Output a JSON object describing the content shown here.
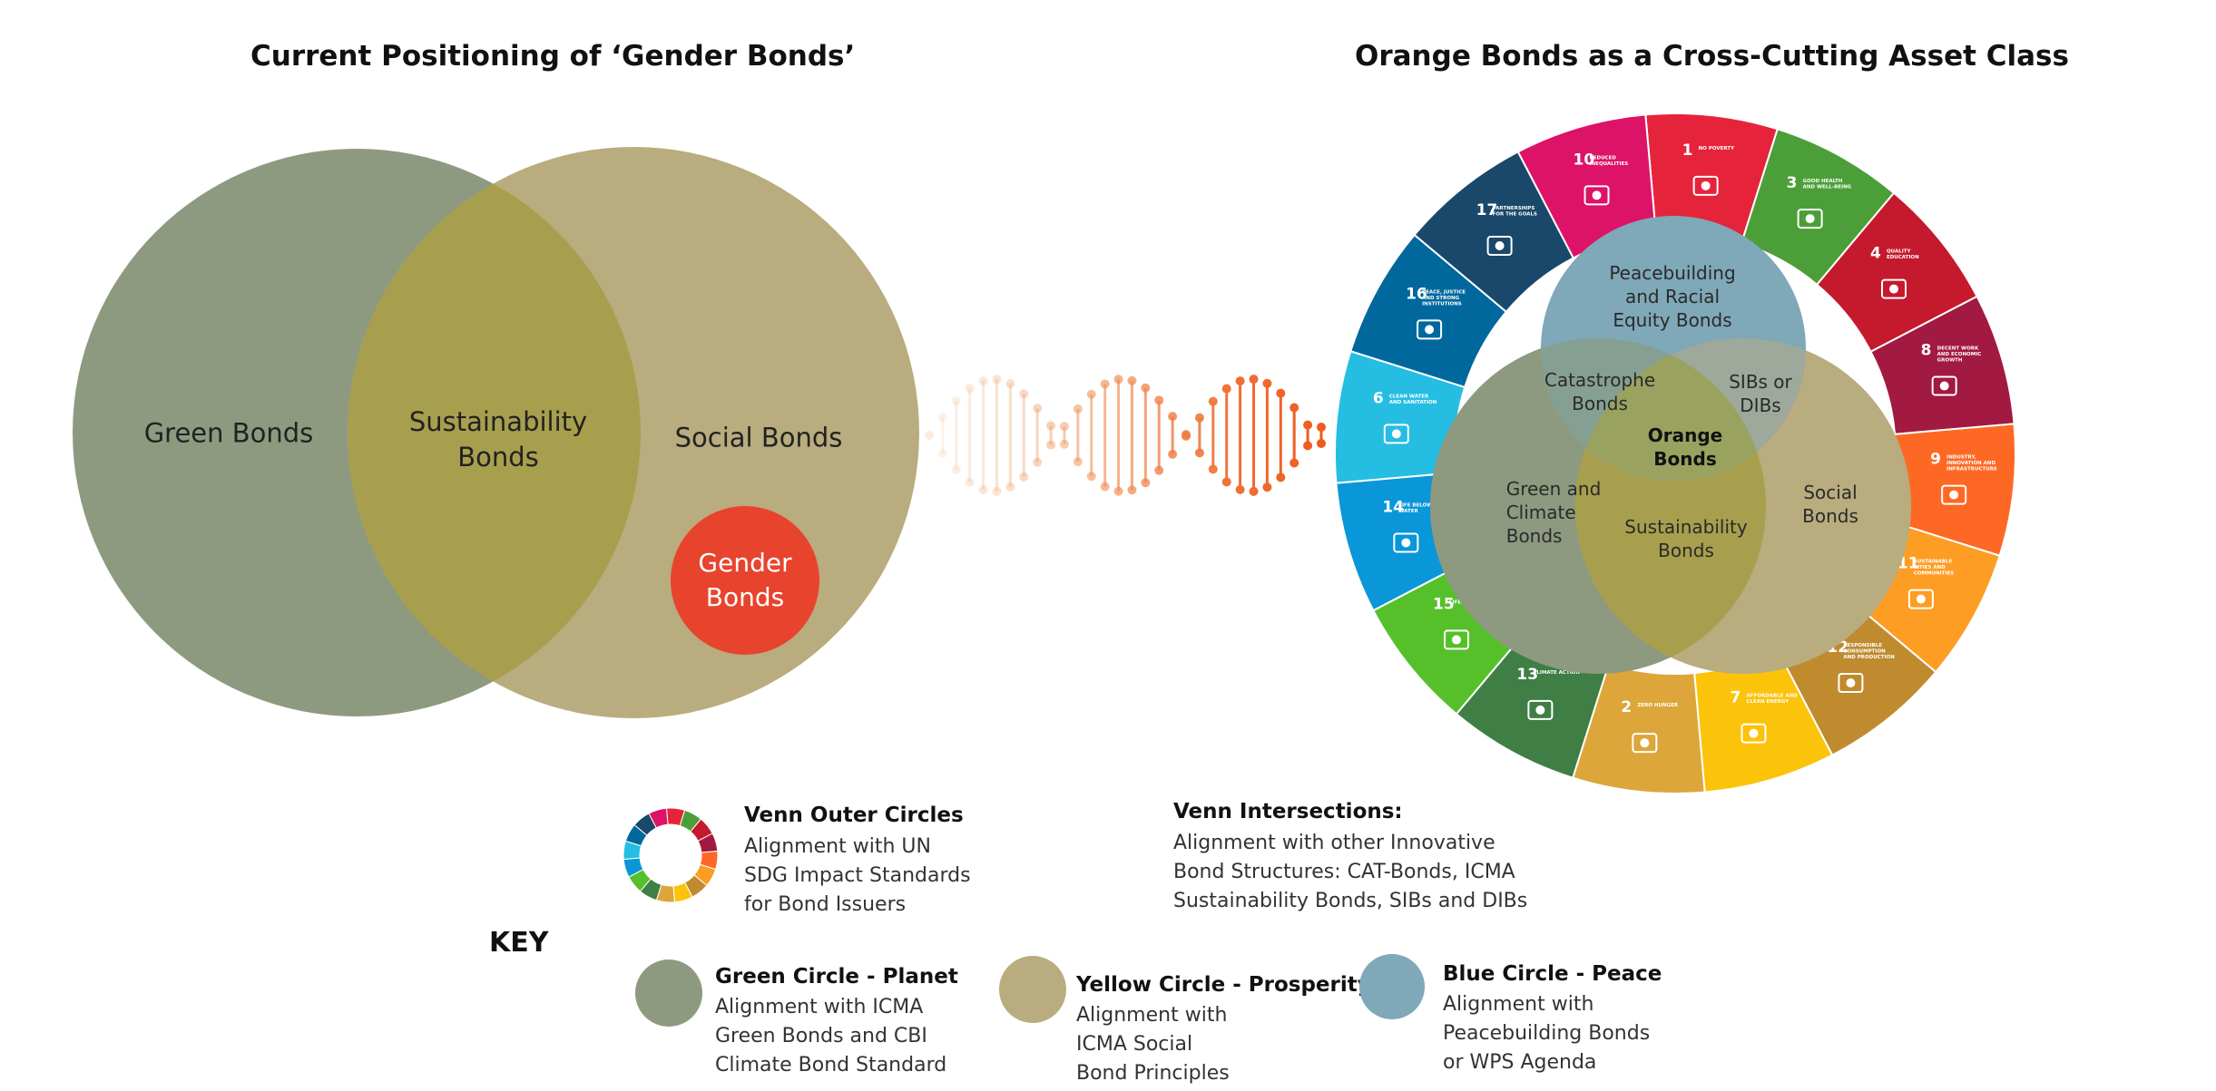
{
  "left_panel": {
    "title": "Current Positioning of ‘Gender Bonds’",
    "green_label": "Green Bonds",
    "middle_label": "Sustainability\nBonds",
    "social_label": "Social Bonds",
    "gender_label": "Gender\nBonds"
  },
  "right_panel": {
    "title": "Orange Bonds as a Cross-Cutting Asset Class",
    "inner": {
      "peace": "Peacebuilding\nand Racial\nEquity Bonds",
      "catastrophe": "Catastrophe\nBonds",
      "sibs": "SIBs or\nDIBs",
      "orange": "Orange\nBonds",
      "green_climate": "Green and\nClimate\nBonds",
      "sustainability": "Sustainability\nBonds",
      "social": "Social\nBonds"
    },
    "sdg_segments": [
      {
        "num": "1",
        "title": "NO POVERTY",
        "color": "#e5243b",
        "icon": "family-icon"
      },
      {
        "num": "3",
        "title": "GOOD HEALTH AND WELL-BEING",
        "color": "#4c9f38",
        "icon": "heartbeat-icon"
      },
      {
        "num": "4",
        "title": "QUALITY EDUCATION",
        "color": "#c5192d",
        "icon": "book-icon"
      },
      {
        "num": "8",
        "title": "DECENT WORK AND ECONOMIC GROWTH",
        "color": "#a21942",
        "icon": "growth-chart-icon"
      },
      {
        "num": "9",
        "title": "INDUSTRY, INNOVATION AND INFRASTRUCTURE",
        "color": "#fd6925",
        "icon": "cubes-icon"
      },
      {
        "num": "11",
        "title": "SUSTAINABLE CITIES AND COMMUNITIES",
        "color": "#fd9d24",
        "icon": "city-icon"
      },
      {
        "num": "12",
        "title": "RESPONSIBLE CONSUMPTION AND PRODUCTION",
        "color": "#bf8b2e",
        "icon": "infinity-icon"
      },
      {
        "num": "7",
        "title": "AFFORDABLE AND CLEAN ENERGY",
        "color": "#fcc30b",
        "icon": "sun-icon"
      },
      {
        "num": "2",
        "title": "ZERO HUNGER",
        "color": "#dda63a",
        "icon": "bowl-icon"
      },
      {
        "num": "13",
        "title": "CLIMATE ACTION",
        "color": "#3f7e44",
        "icon": "eye-globe-icon"
      },
      {
        "num": "15",
        "title": "LIFE ON LAND",
        "color": "#56c02b",
        "icon": "tree-icon"
      },
      {
        "num": "14",
        "title": "LIFE BELOW WATER",
        "color": "#0a97d9",
        "icon": "fish-icon"
      },
      {
        "num": "6",
        "title": "CLEAN WATER AND SANITATION",
        "color": "#26bde2",
        "icon": "water-drop-icon"
      },
      {
        "num": "16",
        "title": "PEACE, JUSTICE AND STRONG INSTITUTIONS",
        "color": "#00689d",
        "icon": "dove-icon"
      },
      {
        "num": "17",
        "title": "PARTNERSHIPS FOR THE GOALS",
        "color": "#19486a",
        "icon": "rings-icon"
      },
      {
        "num": "10",
        "title": "REDUCED INEQUALITIES",
        "color": "#dd1367",
        "icon": "equality-arrows-icon"
      }
    ]
  },
  "key": {
    "label": "KEY",
    "outer_title": "Venn Outer Circles",
    "outer_text": "Alignment with UN\nSDG Impact Standards\nfor Bond Issuers",
    "intersections_title": "Venn Intersections:",
    "intersections_text": "Alignment with other Innovative\nBond Structures: CAT-Bonds, ICMA\nSustainability Bonds, SIBs and DIBs",
    "green_title": "Green Circle - Planet",
    "green_text": "Alignment with ICMA\nGreen Bonds and CBI\nClimate Bond Standard",
    "yellow_title": "Yellow Circle - Prosperity",
    "yellow_text": "Alignment with\nICMA Social\nBond Principles",
    "blue_title": "Blue Circle - Peace",
    "blue_text": "Alignment with\nPeacebuilding Bonds\nor WPS Agenda"
  },
  "colors": {
    "green": "#8e9a7f",
    "yellow": "#b9ac7e",
    "olive": "#a79f4d",
    "gender_red": "#e8432d",
    "blue": "#7fa8b9",
    "orange_helix": "#ef6a24"
  }
}
